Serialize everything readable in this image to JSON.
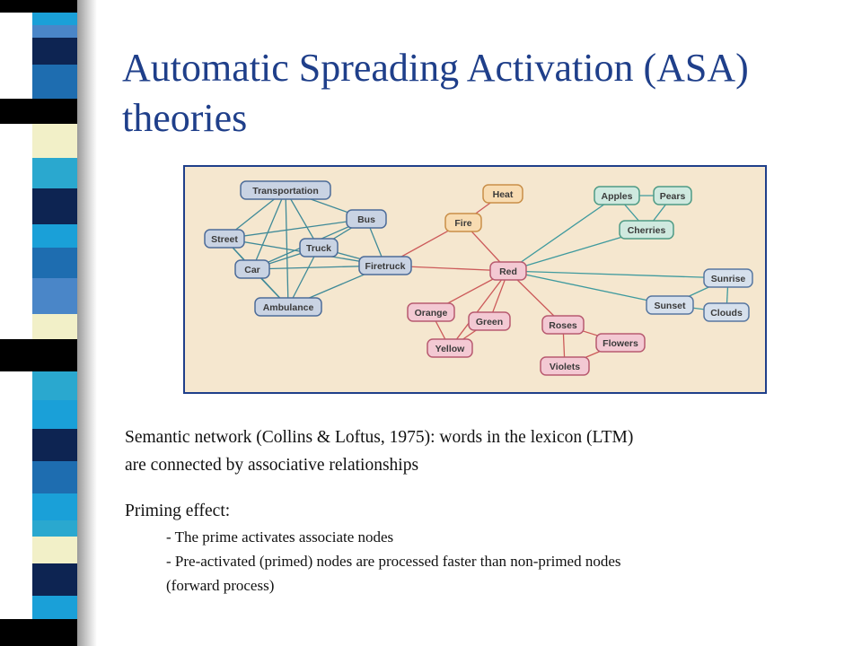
{
  "slide": {
    "title_line1": "Automatic Spreading Activation (ASA)",
    "title_line2": "theories",
    "description_line1": "Semantic network (Collins & Loftus, 1975): words in the lexicon (LTM)",
    "description_line2": "are connected by associative relationships",
    "priming_heading": "Priming effect:",
    "bullet1": "- The prime activates associate nodes",
    "bullet2_line1": "- Pre-activated (primed) nodes are processed faster than non-primed nodes",
    "bullet2_line2": "(forward process)"
  },
  "network": {
    "nodes": [
      {
        "id": "transportation",
        "label": "Transportation",
        "group": "vehicle"
      },
      {
        "id": "street",
        "label": "Street",
        "group": "vehicle"
      },
      {
        "id": "bus",
        "label": "Bus",
        "group": "vehicle"
      },
      {
        "id": "truck",
        "label": "Truck",
        "group": "vehicle"
      },
      {
        "id": "car",
        "label": "Car",
        "group": "vehicle"
      },
      {
        "id": "firetruck",
        "label": "Firetruck",
        "group": "vehicle"
      },
      {
        "id": "ambulance",
        "label": "Ambulance",
        "group": "vehicle"
      },
      {
        "id": "heat",
        "label": "Heat",
        "group": "warm"
      },
      {
        "id": "fire",
        "label": "Fire",
        "group": "warm"
      },
      {
        "id": "red",
        "label": "Red",
        "group": "color"
      },
      {
        "id": "orange",
        "label": "Orange",
        "group": "color"
      },
      {
        "id": "green",
        "label": "Green",
        "group": "color"
      },
      {
        "id": "yellow",
        "label": "Yellow",
        "group": "color"
      },
      {
        "id": "roses",
        "label": "Roses",
        "group": "color"
      },
      {
        "id": "flowers",
        "label": "Flowers",
        "group": "color"
      },
      {
        "id": "violets",
        "label": "Violets",
        "group": "color"
      },
      {
        "id": "apples",
        "label": "Apples",
        "group": "fruit"
      },
      {
        "id": "pears",
        "label": "Pears",
        "group": "fruit"
      },
      {
        "id": "cherries",
        "label": "Cherries",
        "group": "fruit"
      },
      {
        "id": "sunrise",
        "label": "Sunrise",
        "group": "sky"
      },
      {
        "id": "sunset",
        "label": "Sunset",
        "group": "sky"
      },
      {
        "id": "clouds",
        "label": "Clouds",
        "group": "sky"
      }
    ],
    "edges": [
      [
        "transportation",
        "street"
      ],
      [
        "transportation",
        "bus"
      ],
      [
        "transportation",
        "truck"
      ],
      [
        "transportation",
        "car"
      ],
      [
        "transportation",
        "ambulance"
      ],
      [
        "street",
        "bus"
      ],
      [
        "street",
        "car"
      ],
      [
        "street",
        "ambulance"
      ],
      [
        "street",
        "firetruck"
      ],
      [
        "bus",
        "car"
      ],
      [
        "bus",
        "truck"
      ],
      [
        "bus",
        "firetruck"
      ],
      [
        "truck",
        "car"
      ],
      [
        "truck",
        "firetruck"
      ],
      [
        "truck",
        "ambulance"
      ],
      [
        "car",
        "ambulance"
      ],
      [
        "car",
        "firetruck"
      ],
      [
        "ambulance",
        "firetruck"
      ],
      [
        "heat",
        "fire"
      ],
      [
        "fire",
        "firetruck"
      ],
      [
        "firetruck",
        "red"
      ],
      [
        "fire",
        "red"
      ],
      [
        "red",
        "orange"
      ],
      [
        "red",
        "green"
      ],
      [
        "red",
        "yellow"
      ],
      [
        "red",
        "roses"
      ],
      [
        "red",
        "sunset"
      ],
      [
        "red",
        "sunrise"
      ],
      [
        "red",
        "apples"
      ],
      [
        "red",
        "cherries"
      ],
      [
        "orange",
        "yellow"
      ],
      [
        "green",
        "yellow"
      ],
      [
        "roses",
        "flowers"
      ],
      [
        "roses",
        "violets"
      ],
      [
        "flowers",
        "violets"
      ],
      [
        "apples",
        "pears"
      ],
      [
        "apples",
        "cherries"
      ],
      [
        "pears",
        "cherries"
      ],
      [
        "sunrise",
        "sunset"
      ],
      [
        "sunset",
        "clouds"
      ],
      [
        "sunrise",
        "clouds"
      ]
    ],
    "colors": {
      "vehicle": {
        "fill": "#c9d3e3",
        "stroke": "#4d6c99",
        "edge": "#3f8a98"
      },
      "warm": {
        "fill": "#f8dcb2",
        "stroke": "#c98f48",
        "edge": "#cc5a5a"
      },
      "color": {
        "fill": "#f3c9d3",
        "stroke": "#b85a70",
        "edge": "#cc5a5a"
      },
      "fruit": {
        "fill": "#cfe9df",
        "stroke": "#4f9b85",
        "edge": "#3f9a9e"
      },
      "sky": {
        "fill": "#d6e0ec",
        "stroke": "#5877a0",
        "edge": "#3f9a9e"
      }
    }
  },
  "theme": {
    "title_color": "#1f3f8a",
    "border_color": "#1f3f8a"
  }
}
